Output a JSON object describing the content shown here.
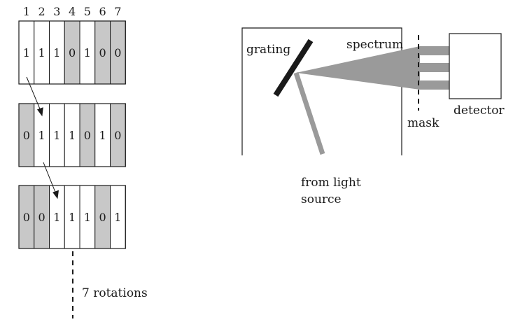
{
  "mask_diagram": {
    "column_numbers": [
      "1",
      "2",
      "3",
      "4",
      "5",
      "6",
      "7"
    ],
    "rows": [
      [
        "1",
        "1",
        "1",
        "0",
        "1",
        "0",
        "0"
      ],
      [
        "0",
        "1",
        "1",
        "1",
        "0",
        "1",
        "0"
      ],
      [
        "0",
        "0",
        "1",
        "1",
        "1",
        "0",
        "1"
      ]
    ],
    "rotation_label": "7 rotations",
    "colors": {
      "open": "#ffffff",
      "closed": "#c8c8c8",
      "stroke": "#1a1a1a"
    }
  },
  "spectrometer": {
    "labels": {
      "grating": "grating",
      "spectrum": "spectrum",
      "mask": "mask",
      "detector": "detector",
      "source_line1": "from light",
      "source_line2": "source"
    },
    "colors": {
      "beam": "#9a9a9a",
      "grating": "#1a1a1a"
    }
  }
}
